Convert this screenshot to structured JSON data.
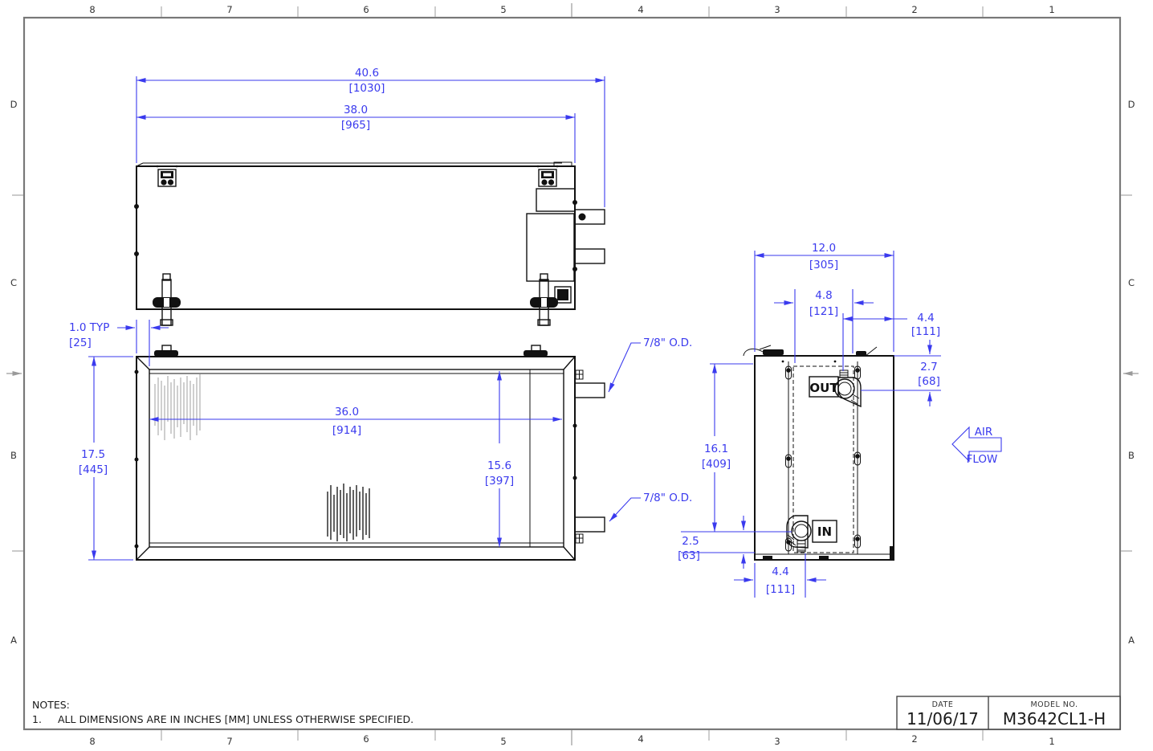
{
  "grid": {
    "cols": [
      "8",
      "7",
      "6",
      "5",
      "4",
      "3",
      "2",
      "1"
    ],
    "rows": [
      "D",
      "C",
      "B",
      "A"
    ]
  },
  "notes": {
    "title": "NOTES:",
    "item1_num": "1.",
    "item1_text": "ALL DIMENSIONS ARE IN INCHES [MM] UNLESS OTHERWISE SPECIFIED."
  },
  "title_block": {
    "date_label": "DATE",
    "date_value": "11/06/17",
    "model_label": "MODEL NO.",
    "model_value": "M3642CL1-H"
  },
  "labels": {
    "out_port": "OUT",
    "in_port": "IN",
    "air": "AIR",
    "flow": "FLOW",
    "od_top": "7/8\" O.D.",
    "od_bottom": "7/8\" O.D."
  },
  "dimensions": {
    "overall_length_in": "40.6",
    "overall_length_mm": "[1030]",
    "body_length_in": "38.0",
    "body_length_mm": "[965]",
    "typ_offset_in": "1.0  TYP",
    "typ_offset_mm": "[25]",
    "height_in": "17.5",
    "height_mm": "[445]",
    "core_length_in": "36.0",
    "core_length_mm": "[914]",
    "core_height_in": "15.6",
    "core_height_mm": "[397]",
    "depth_in": "12.0",
    "depth_mm": "[305]",
    "out_offset_in": "4.8",
    "out_offset_mm": "[121]",
    "out_side_in": "4.4",
    "out_side_mm": "[111]",
    "out_top_in": "2.7",
    "out_top_mm": "[68]",
    "port_span_in": "16.1",
    "port_span_mm": "[409]",
    "in_bottom_in": "2.5",
    "in_bottom_mm": "[63]",
    "in_side_in": "4.4",
    "in_side_mm": "[111]"
  },
  "colors": {
    "dimension_blue": "#3a3aee",
    "line_black": "#111111",
    "frame_gray": "#787878"
  }
}
